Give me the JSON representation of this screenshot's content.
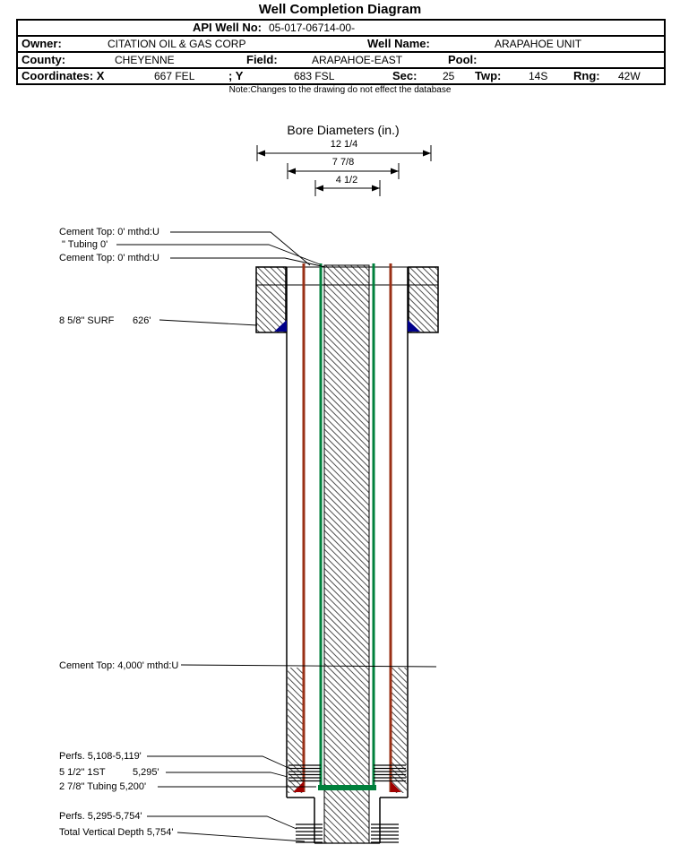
{
  "title": "Well Completion Diagram",
  "table": {
    "api": {
      "label": "API Well No:",
      "value": "05-017-06714-00-"
    },
    "owner": {
      "label": "Owner:",
      "value": "CITATION OIL & GAS CORP"
    },
    "well_name": {
      "label": "Well Name:",
      "value": "ARAPAHOE UNIT"
    },
    "county": {
      "label": "County:",
      "value": "CHEYENNE"
    },
    "field": {
      "label": "Field:",
      "value": "ARAPAHOE-EAST"
    },
    "pool": {
      "label": "Pool:",
      "value": ""
    },
    "coordinates": {
      "label": "Coordinates: X",
      "x_value": "667 FEL",
      "y_label": "; Y",
      "y_value": "683 FSL"
    },
    "sec": {
      "label": "Sec:",
      "value": "25"
    },
    "twp": {
      "label": "Twp:",
      "value": "14S"
    },
    "rng": {
      "label": "Rng:",
      "value": "42W"
    }
  },
  "note": "Note:Changes to the drawing do not effect the database",
  "bore": {
    "title": "Bore Diameters (in.)",
    "d1": "12 1/4",
    "d2": "7 7/8",
    "d3": "4 1/2"
  },
  "annotations": {
    "cement_top_a": "Cement Top: 0' mthd:U",
    "tubing_top": "\" Tubing 0'",
    "cement_top_b": "Cement Top: 0' mthd:U",
    "surf_label": "8 5/8\" SURF",
    "surf_depth": "626'",
    "cement_top_c": "Cement Top: 4,000' mthd:U",
    "perfs_upper": "Perfs. 5,108-5,119'",
    "first_label": "5 1/2\" 1ST",
    "first_depth": "5,295'",
    "tubing_label": "2 7/8\" Tubing 5,200'",
    "perfs_lower": "Perfs. 5,295-5,754'",
    "tvd": "Total Vertical Depth 5,754'"
  },
  "colors": {
    "casing": "#993016",
    "tubing": "#00803C",
    "surface_shoe": "#00008B",
    "production_shoe": "#A00000",
    "hatch": "#3a3a3a"
  }
}
